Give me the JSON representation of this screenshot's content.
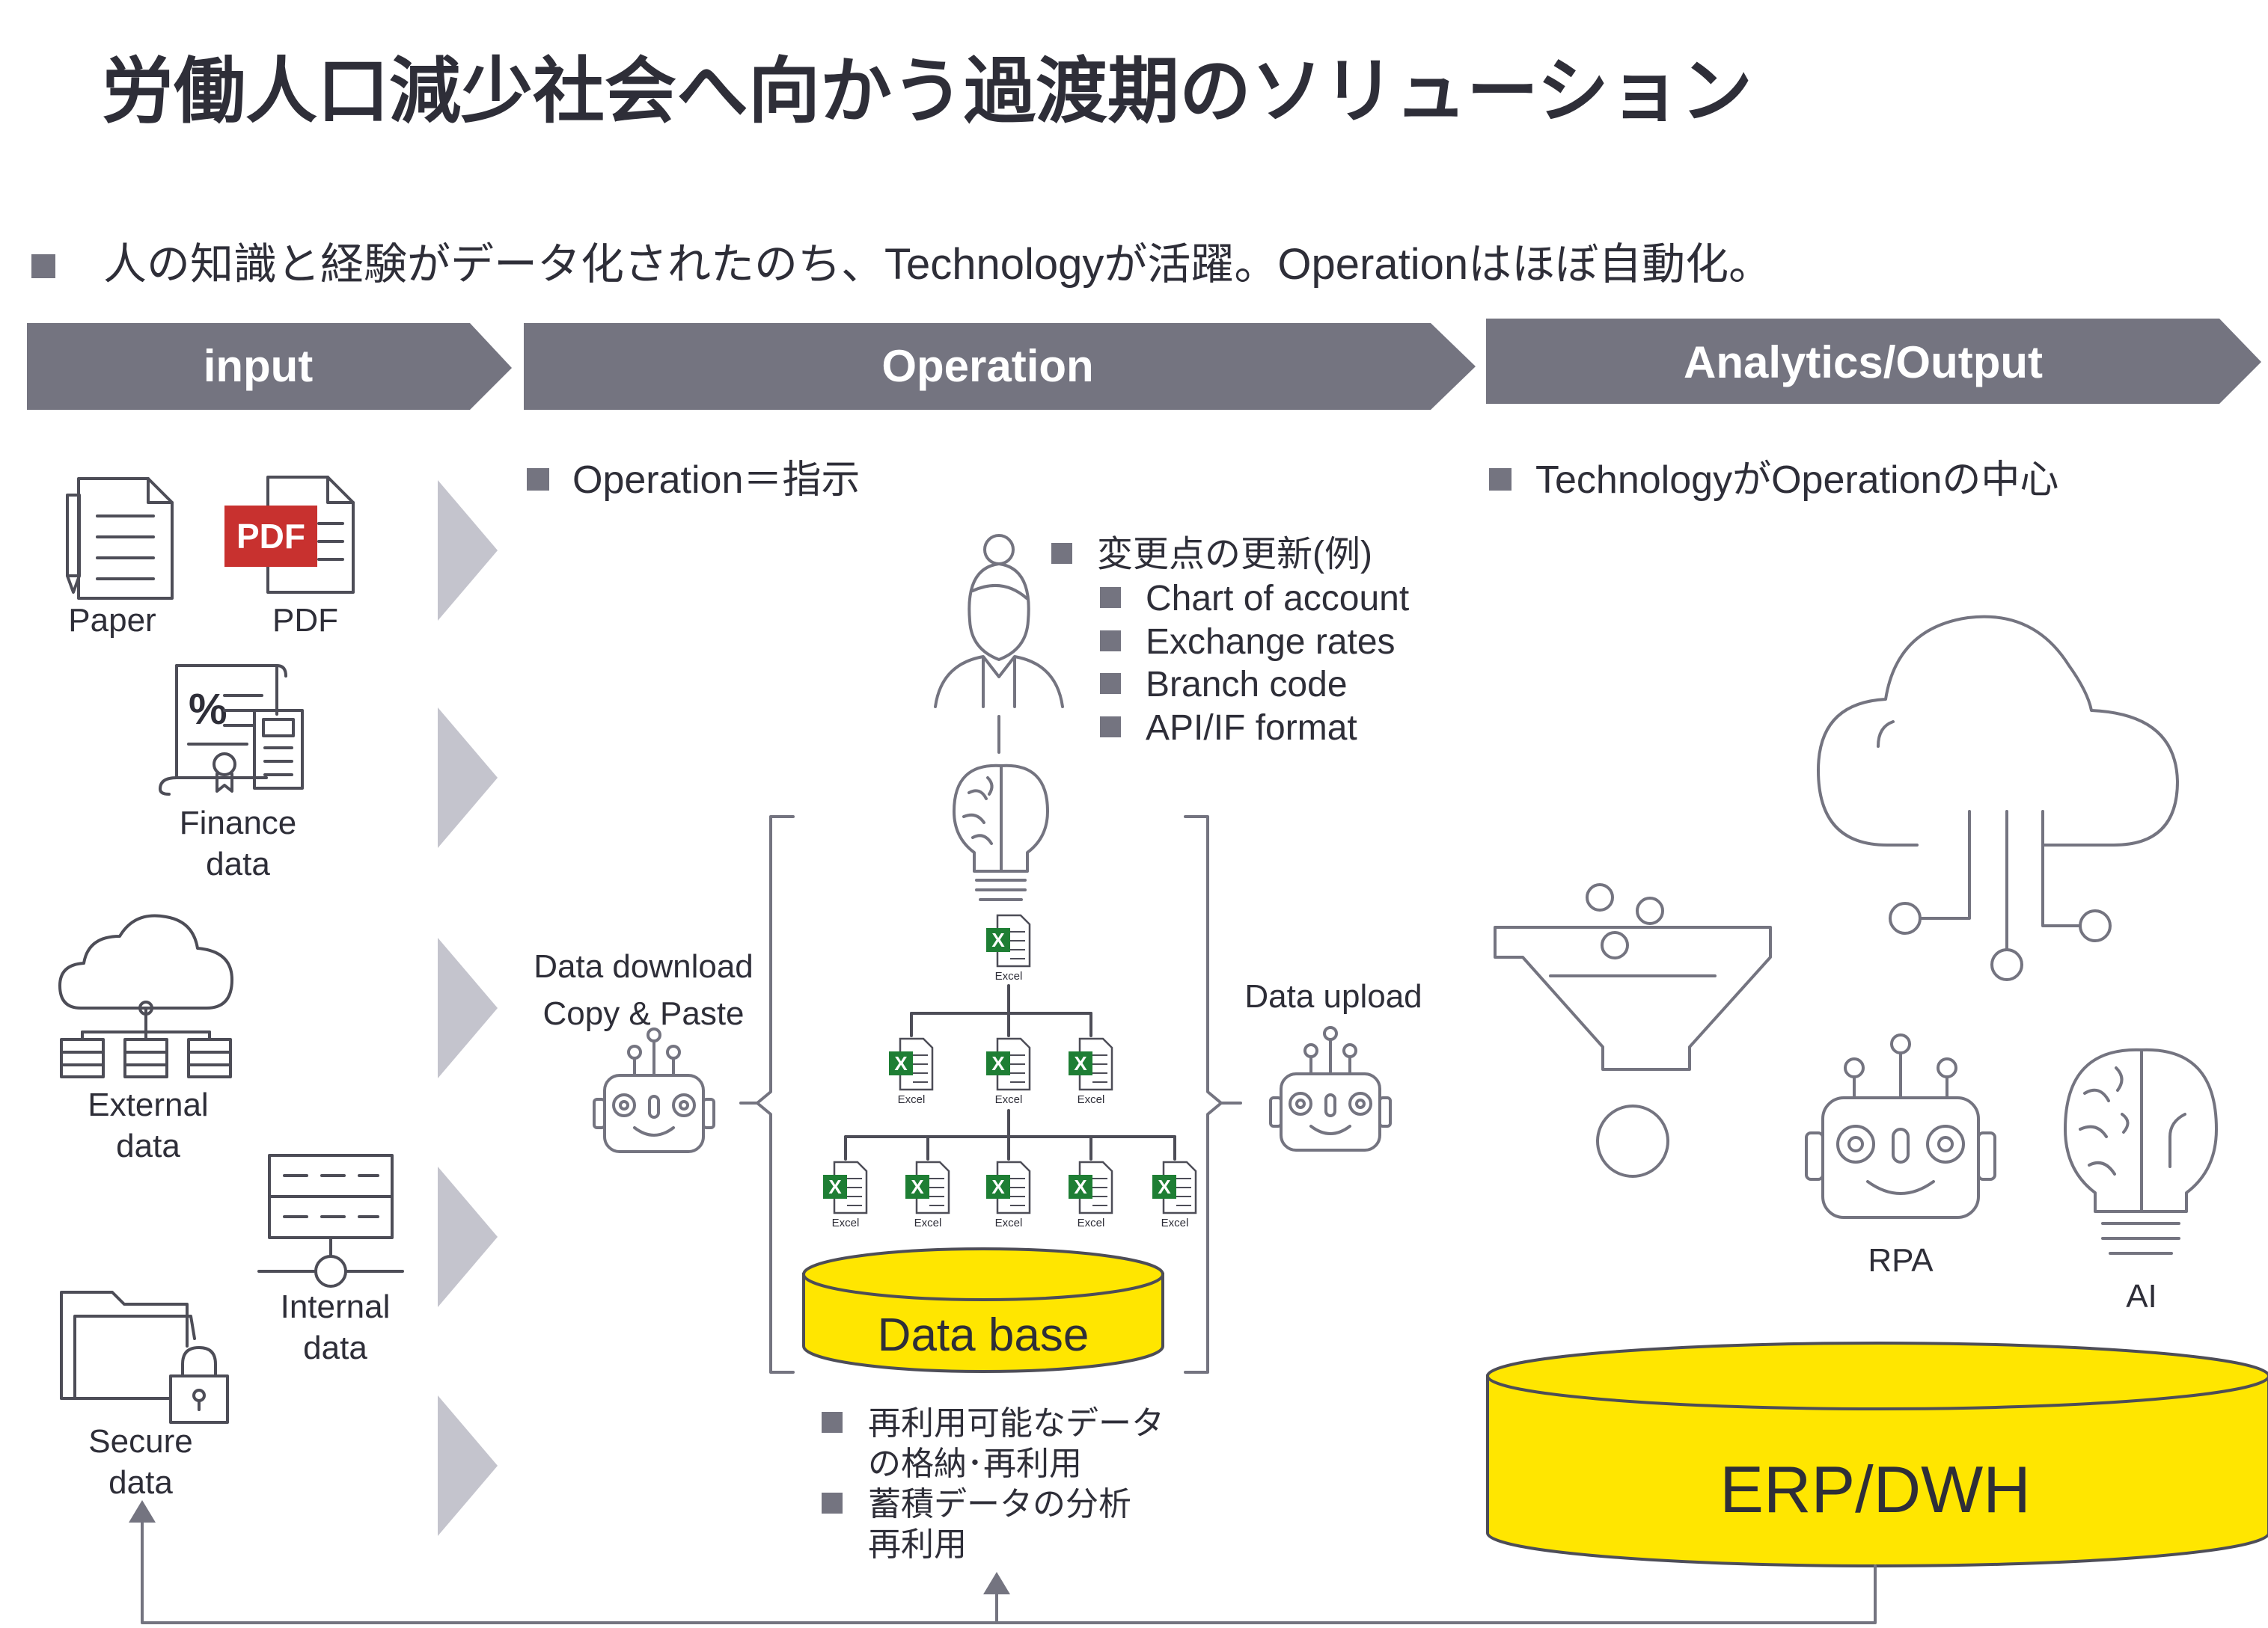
{
  "title": "労働人口減少社会へ向かう過渡期のソリューション",
  "subtitle": "人の知識と経験がデータ化されたのち、Technologyが活躍。Operationはほぼ自動化。",
  "headers": {
    "input": "input",
    "operation": "Operation",
    "analytics": "Analytics/Output"
  },
  "input": {
    "paper": "Paper",
    "pdf_badge": "PDF",
    "pdf": "PDF",
    "finance": [
      "Finance",
      "data"
    ],
    "external": [
      "External",
      "data"
    ],
    "internal": [
      "Internal",
      "data"
    ],
    "secure": [
      "Secure",
      "data"
    ]
  },
  "operation": {
    "bullet": "Operation＝指示",
    "changes_title": "変更点の更新(例)",
    "changes": [
      "Chart of account",
      "Exchange rates",
      "Branch code",
      "API/IF format"
    ],
    "download": [
      "Data download",
      "Copy & Paste"
    ],
    "upload": "Data upload",
    "excel_badge": "X",
    "excel_caption": "Excel",
    "database": "Data base",
    "storage_notes": [
      "再利用可能なデータ",
      "の格納･再利用",
      "蓄積データの分析",
      "再利用"
    ]
  },
  "analytics": {
    "bullet": "TechnologyがOperationの中心",
    "rpa": "RPA",
    "ai": "AI",
    "erp": "ERP/DWH"
  },
  "colors": {
    "gray": "#747480",
    "dark": "#2e2e38",
    "yellow": "#ffe600",
    "arrow": "#c4c4cd",
    "pdf_red": "#c8312f",
    "excel_green": "#1e7e34"
  }
}
